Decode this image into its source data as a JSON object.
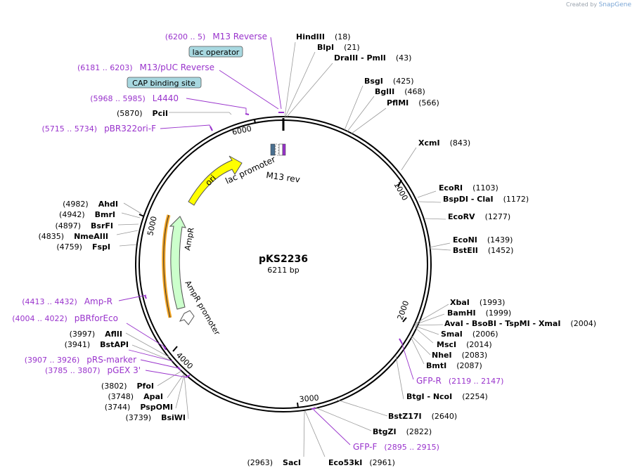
{
  "credit": {
    "prefix": "Created by",
    "brand": "SnapGene"
  },
  "plasmid": {
    "name": "pKS2236",
    "length_label": "6211 bp",
    "length": 6211
  },
  "colors": {
    "enzyme_line": "#999999",
    "primer": "#9933cc",
    "ori": "#ffff00",
    "ampr": "#ccffcc",
    "promoter": "#ffffff",
    "tick": "#000000",
    "feature_box": "#a8d8e0"
  },
  "tick_labels": [
    "1000",
    "2000",
    "3000",
    "4000",
    "5000",
    "6000"
  ],
  "enzymes": [
    {
      "name": "HindIII",
      "pos": "(18)"
    },
    {
      "name": "BlpI",
      "pos": "(21)"
    },
    {
      "name": "DraIII  -  PmlI",
      "pos": "(43)"
    },
    {
      "name": "BsgI",
      "pos": "(425)"
    },
    {
      "name": "BglII",
      "pos": "(468)"
    },
    {
      "name": "PflMI",
      "pos": "(566)"
    },
    {
      "name": "XcmI",
      "pos": "(843)"
    },
    {
      "name": "EcoRI",
      "pos": "(1103)"
    },
    {
      "name": "BspDI  -  ClaI",
      "pos": "(1172)"
    },
    {
      "name": "EcoRV",
      "pos": "(1277)"
    },
    {
      "name": "EcoNI",
      "pos": "(1439)"
    },
    {
      "name": "BstEII",
      "pos": "(1452)"
    },
    {
      "name": "XbaI",
      "pos": "(1993)"
    },
    {
      "name": "BamHI",
      "pos": "(1999)"
    },
    {
      "name": "AvaI  -  BsoBI  -  TspMI  -  XmaI",
      "pos": "(2004)"
    },
    {
      "name": "SmaI",
      "pos": "(2006)"
    },
    {
      "name": "MscI",
      "pos": "(2014)"
    },
    {
      "name": "NheI",
      "pos": "(2083)"
    },
    {
      "name": "BmtI",
      "pos": "(2087)"
    },
    {
      "name": "BtgI  -  NcoI",
      "pos": "(2254)"
    },
    {
      "name": "BstZ17I",
      "pos": "(2640)"
    },
    {
      "name": "BtgZI",
      "pos": "(2822)"
    },
    {
      "name": "Eco53kI",
      "pos": "(2961)"
    },
    {
      "name": "SacI",
      "pos": "(2963)"
    },
    {
      "name": "BsiWI",
      "pos": "(3739)"
    },
    {
      "name": "PspOMI",
      "pos": "(3744)"
    },
    {
      "name": "ApaI",
      "pos": "(3748)"
    },
    {
      "name": "PfoI",
      "pos": "(3802)"
    },
    {
      "name": "BstAPI",
      "pos": "(3941)"
    },
    {
      "name": "AflII",
      "pos": "(3997)"
    },
    {
      "name": "FspI",
      "pos": "(4759)"
    },
    {
      "name": "NmeAIII",
      "pos": "(4835)"
    },
    {
      "name": "BsrFI",
      "pos": "(4897)"
    },
    {
      "name": "BmrI",
      "pos": "(4942)"
    },
    {
      "name": "AhdI",
      "pos": "(4982)"
    },
    {
      "name": "PciI",
      "pos": "(5870)"
    }
  ],
  "primers": [
    {
      "name": "M13 Reverse",
      "range": "(6200 .. 5)"
    },
    {
      "name": "M13/pUC Reverse",
      "range": "(6181 .. 6203)"
    },
    {
      "name": "L4440",
      "range": "(5968 .. 5985)"
    },
    {
      "name": "pBR322ori-F",
      "range": "(5715 .. 5734)"
    },
    {
      "name": "GFP-R",
      "range": "(2119 .. 2147)"
    },
    {
      "name": "GFP-F",
      "range": "(2895 .. 2915)"
    },
    {
      "name": "pGEX 3'",
      "range": "(3785 .. 3807)"
    },
    {
      "name": "pRS-marker",
      "range": "(3907 .. 3926)"
    },
    {
      "name": "pBRforEco",
      "range": "(4004 .. 4022)"
    },
    {
      "name": "Amp-R",
      "range": "(4413 .. 4432)"
    }
  ],
  "feature_boxes": [
    "lac operator",
    "CAP binding site"
  ],
  "features": {
    "ori": "ori",
    "ampr": "AmpR",
    "ampr_promoter": "AmpR promoter",
    "lac_promoter": "lac promoter",
    "m13_rev": "M13 rev"
  }
}
